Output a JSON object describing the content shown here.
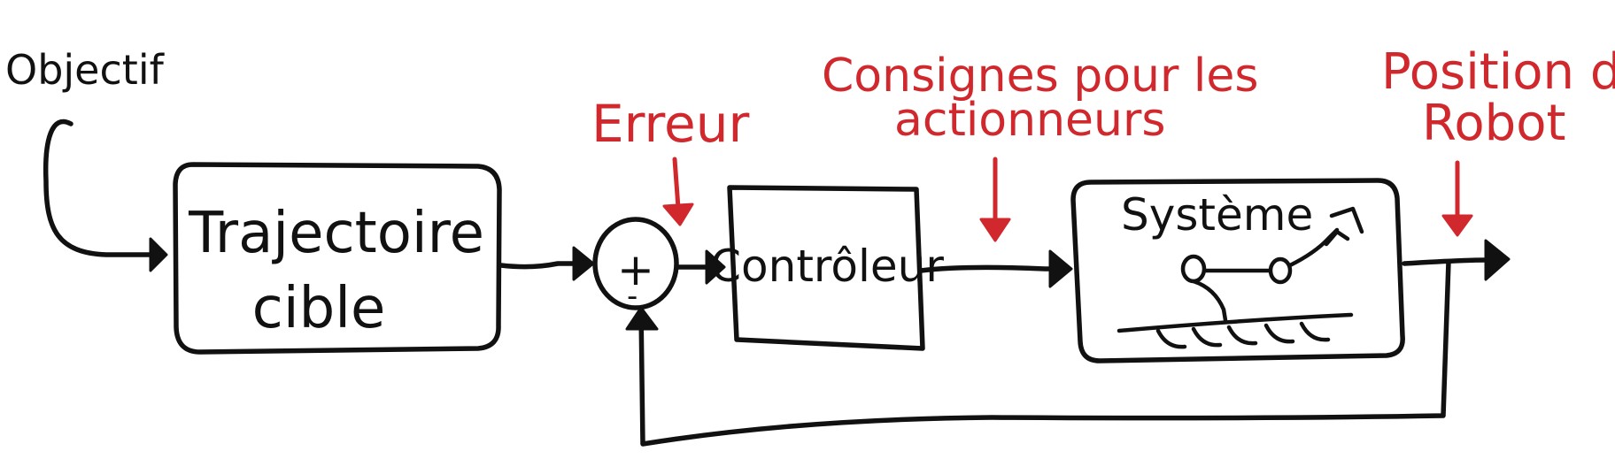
{
  "colors": {
    "ink": "#111111",
    "annotation": "#d0282c",
    "background": "#ffffff"
  },
  "labels": {
    "objectif": "Objectif",
    "trajectoire_line1": "Trajectoire",
    "trajectoire_line2": "cible",
    "sum_plus": "+",
    "sum_minus": "-",
    "controleur": "Contrôleur",
    "systeme": "Système"
  },
  "annotations": {
    "erreur": "Erreur",
    "consignes_line1": "Consignes pour les",
    "consignes_line2": "actionneurs",
    "position_line1": "Position du",
    "position_line2": "Robot"
  },
  "icons": {
    "robot_arm": "robot-arm-icon",
    "rail": "rail-track-icon"
  }
}
